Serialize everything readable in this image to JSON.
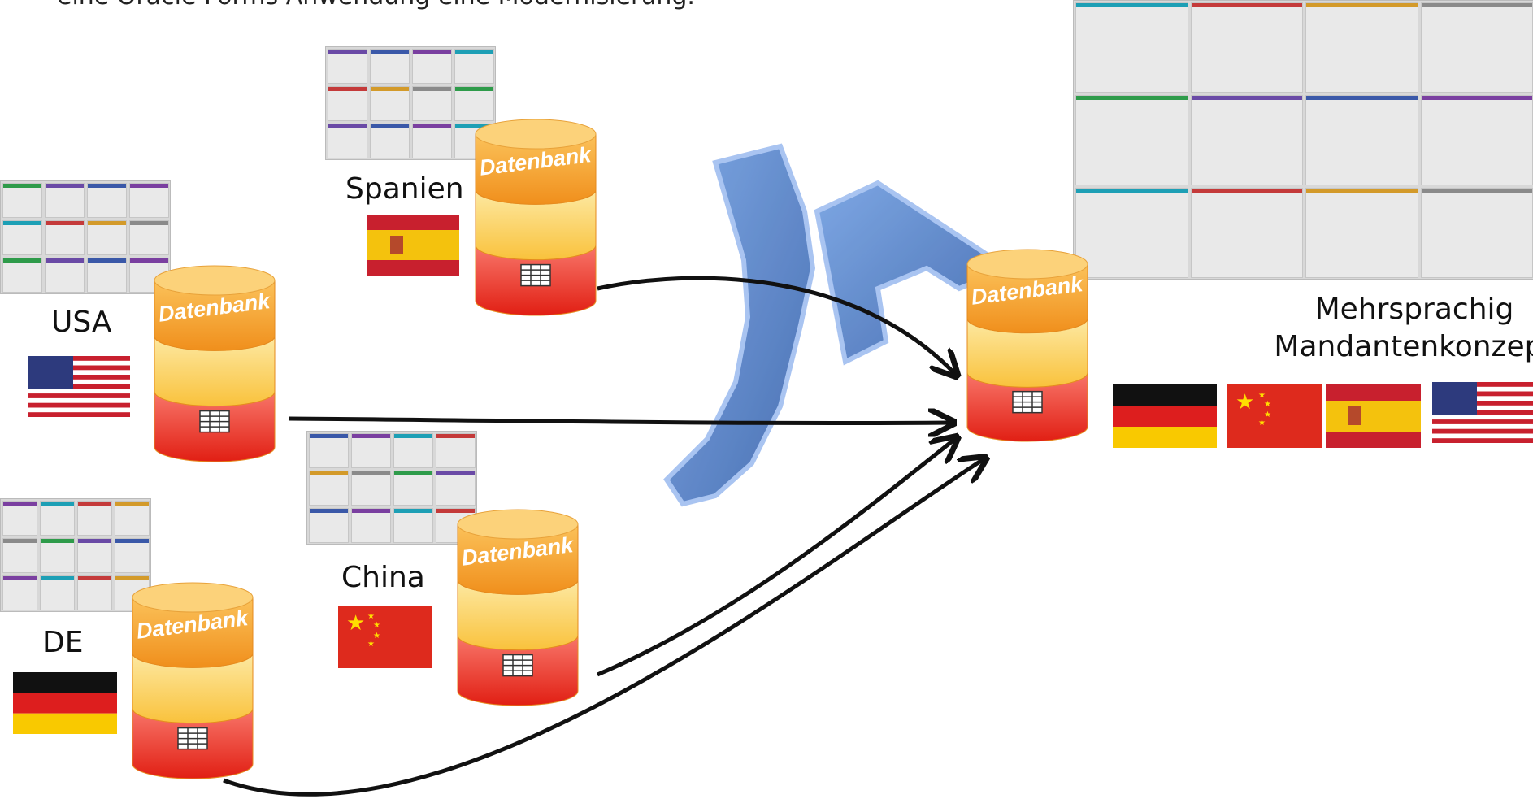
{
  "header": {
    "text": "eine Oracle Forms Anwendung eine Modernisierung."
  },
  "database_label": "Datenbank",
  "big_letters": "JA",
  "sources": {
    "usa": {
      "label": "USA"
    },
    "spain": {
      "label": "Spanien"
    },
    "china": {
      "label": "China"
    },
    "germany": {
      "label": "DE"
    }
  },
  "target": {
    "line1": "Mehrsprachig",
    "line2": "Mandantenkonzept"
  },
  "colors": {
    "db_top": "#f7a534",
    "db_mid": "#fbd05a",
    "db_bottom": "#ef3b28",
    "arrow": "#111111",
    "ja_blue": "#3e6fbf"
  },
  "flags": [
    "germany",
    "china",
    "spain",
    "usa"
  ]
}
